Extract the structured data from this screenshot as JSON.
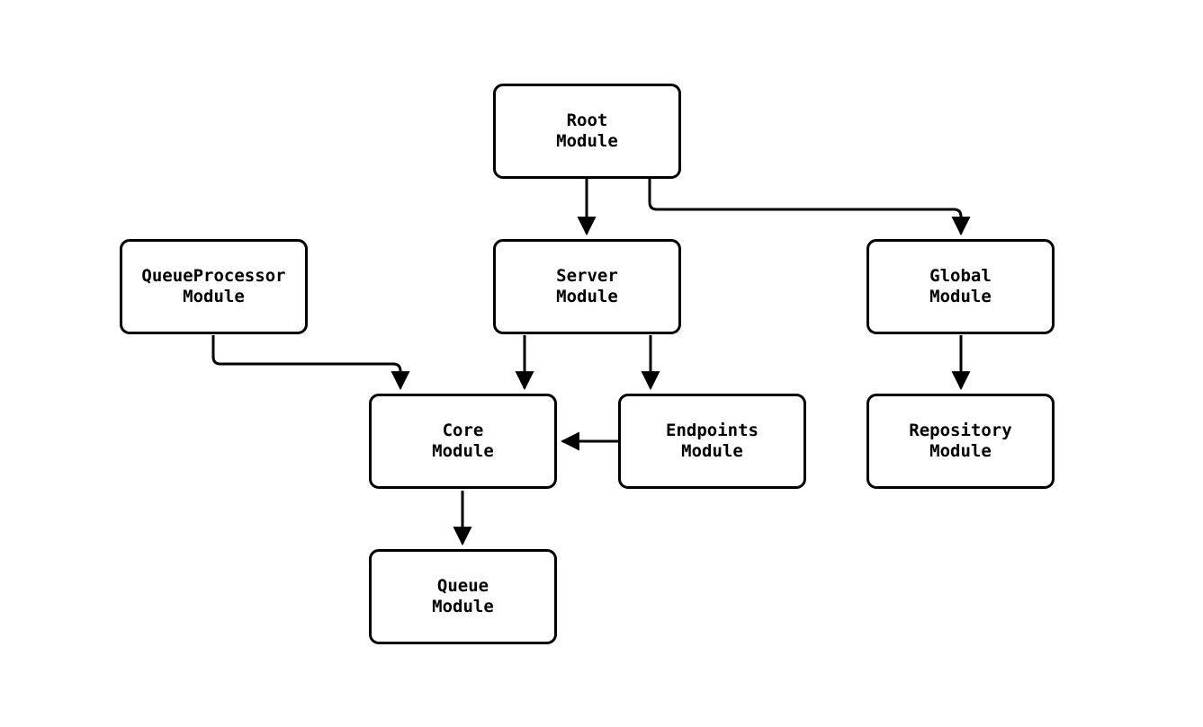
{
  "diagram": {
    "type": "module-dependency-diagram",
    "background_color": "#ffffff",
    "node_fill_color": "#ffffff",
    "node_border_color": "#000000",
    "edge_color": "#000000",
    "text_color": "#000000",
    "nodes": {
      "root": {
        "label": "Root\nModule"
      },
      "queueprocessor": {
        "label": "QueueProcessor\nModule"
      },
      "server": {
        "label": "Server\nModule"
      },
      "global": {
        "label": "Global\nModule"
      },
      "core": {
        "label": "Core\nModule"
      },
      "endpoints": {
        "label": "Endpoints\nModule"
      },
      "repository": {
        "label": "Repository\nModule"
      },
      "queue": {
        "label": "Queue\nModule"
      }
    },
    "edges": [
      {
        "from": "root",
        "to": "server"
      },
      {
        "from": "root",
        "to": "global"
      },
      {
        "from": "queueprocessor",
        "to": "core"
      },
      {
        "from": "server",
        "to": "core"
      },
      {
        "from": "server",
        "to": "endpoints"
      },
      {
        "from": "endpoints",
        "to": "core"
      },
      {
        "from": "global",
        "to": "repository"
      },
      {
        "from": "core",
        "to": "queue"
      }
    ]
  }
}
